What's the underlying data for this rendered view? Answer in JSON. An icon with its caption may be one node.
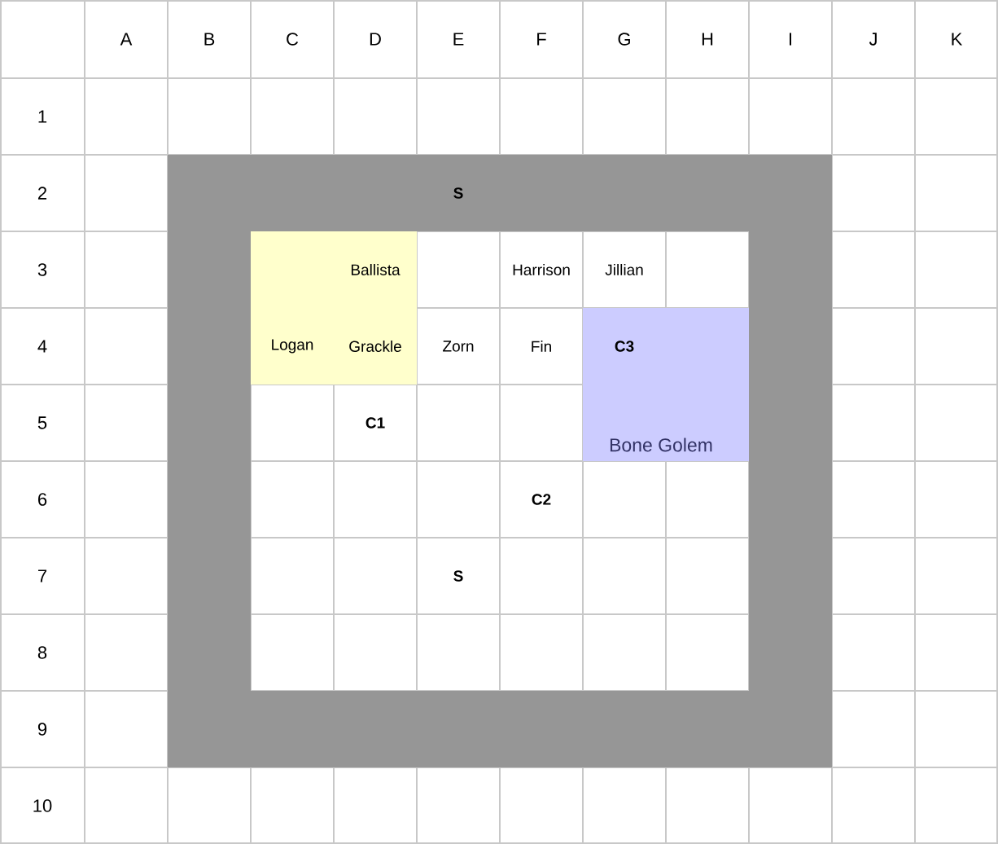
{
  "diagram": {
    "labels": [
      "A",
      "B",
      "C",
      "D",
      "E",
      "F",
      "G",
      "H",
      "I",
      "J",
      "K",
      "1",
      "2",
      "S",
      "3",
      "Ballista",
      "Harrison",
      "Jillian",
      "4",
      "Logan",
      "Grackle",
      "Zorn",
      "Fin",
      "C3",
      "5",
      "C1",
      "Bone Golem",
      "6",
      "C2",
      "7",
      "S",
      "8",
      "9",
      "10"
    ]
  }
}
